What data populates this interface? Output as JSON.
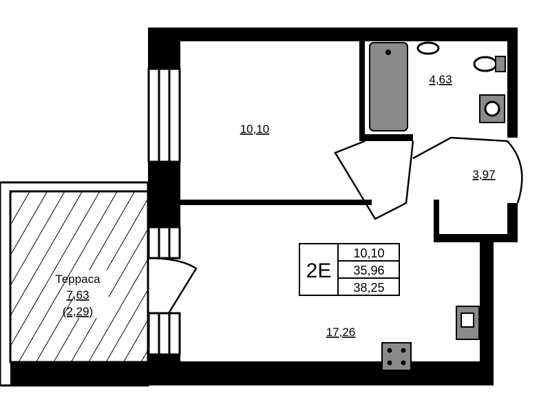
{
  "plan": {
    "unit_code": "2E",
    "summary": [
      "10,10",
      "35,96",
      "38,25"
    ],
    "rooms": {
      "bedroom": "10,10",
      "bathroom": "4,63",
      "hallway": "3,97",
      "living_kitchen": "17,26"
    },
    "terrace": {
      "name": "Терраса",
      "area": "7,63",
      "reduced_area": "(2,29)"
    },
    "colors": {
      "wall": "#000000",
      "fixture": "#8a8a8a",
      "background": "#ffffff"
    }
  }
}
